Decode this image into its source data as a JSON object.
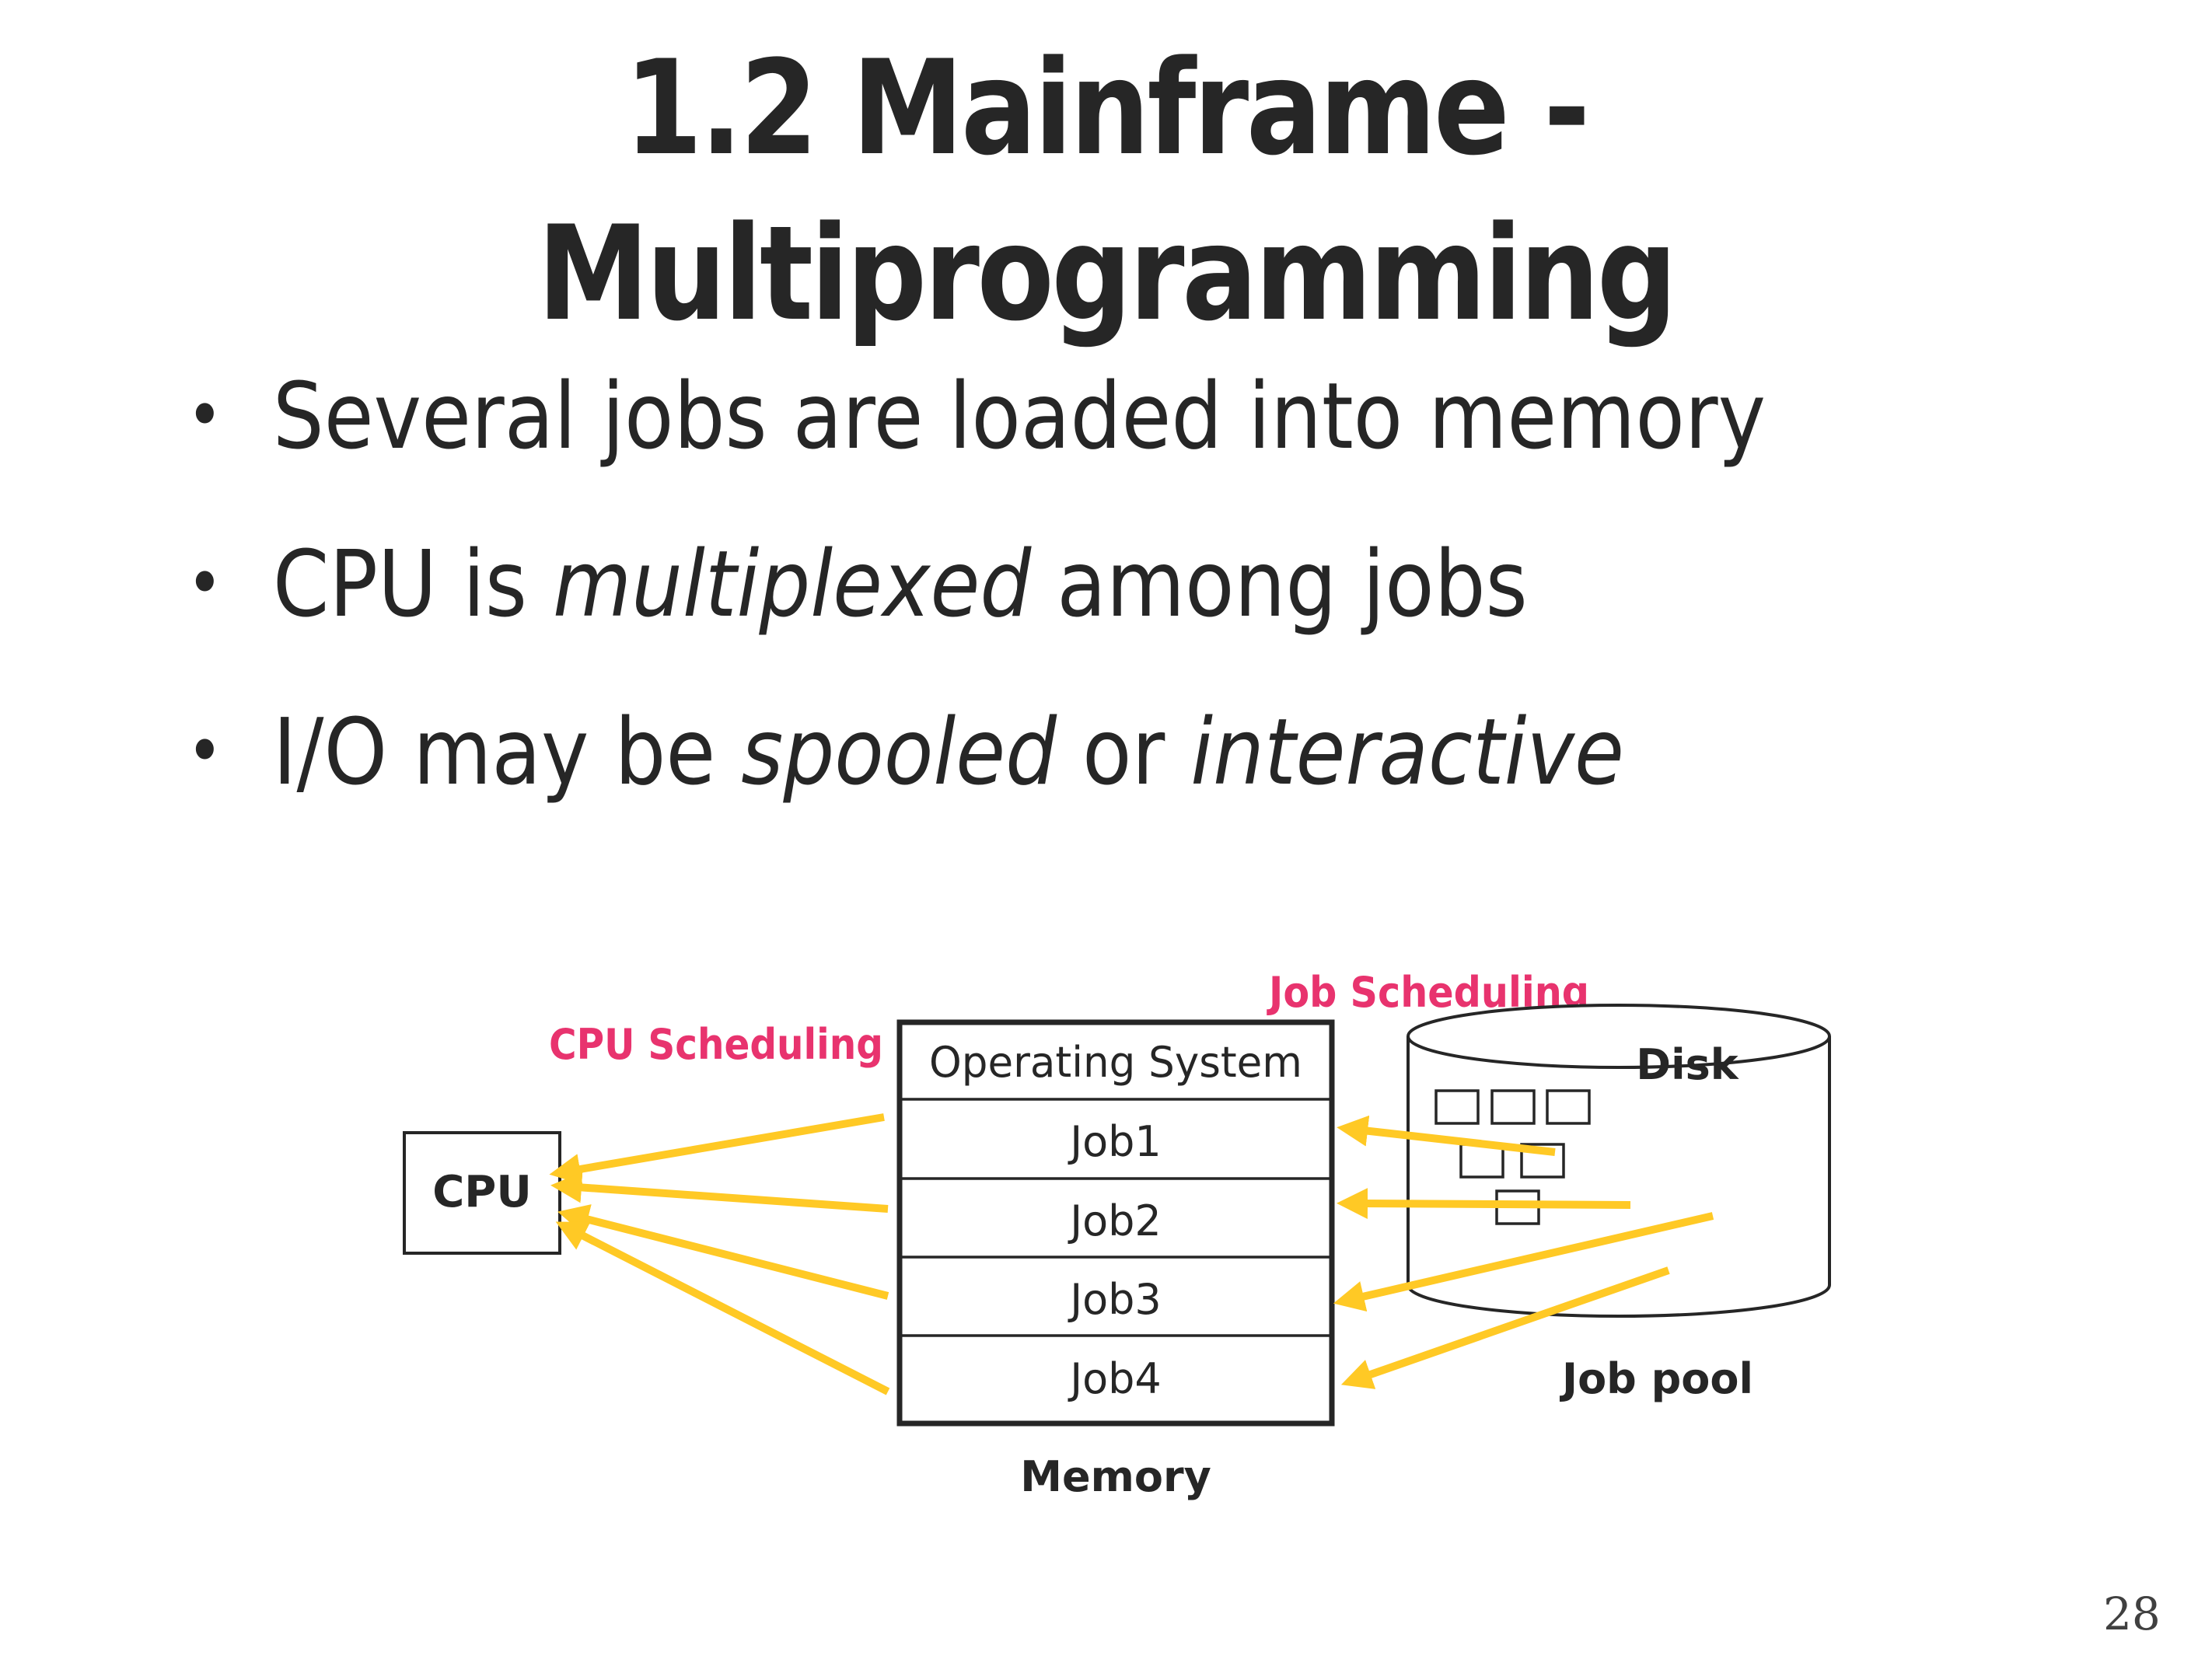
{
  "slide": {
    "title_line1": "1.2 Mainframe -",
    "title_line2": "Multiprogramming",
    "bullets": [
      {
        "parts": [
          {
            "text": "Several jobs are loaded into memory",
            "italic": false
          }
        ]
      },
      {
        "parts": [
          {
            "text": "CPU is ",
            "italic": false
          },
          {
            "text": "multiplexed",
            "italic": true
          },
          {
            "text": " among jobs",
            "italic": false
          }
        ]
      },
      {
        "parts": [
          {
            "text": "I/O may be ",
            "italic": false
          },
          {
            "text": "spooled",
            "italic": true
          },
          {
            "text": " or ",
            "italic": false
          },
          {
            "text": "interactive",
            "italic": true
          }
        ]
      }
    ],
    "bullet_glyph": "•",
    "page_number": "28"
  },
  "diagram": {
    "cpu_label": "CPU",
    "cpu_scheduling_label": "CPU Scheduling",
    "job_scheduling_label": "Job Scheduling",
    "memory_label": "Memory",
    "memory_rows": [
      "Operating System",
      "Job1",
      "Job2",
      "Job3",
      "Job4"
    ],
    "disk_label": "Disk",
    "job_pool_label": "Job pool",
    "disk_job_count": 6,
    "colors": {
      "arrow": "#FFC925",
      "scheduling_label": "#E8336E",
      "outline": "#262626"
    }
  }
}
